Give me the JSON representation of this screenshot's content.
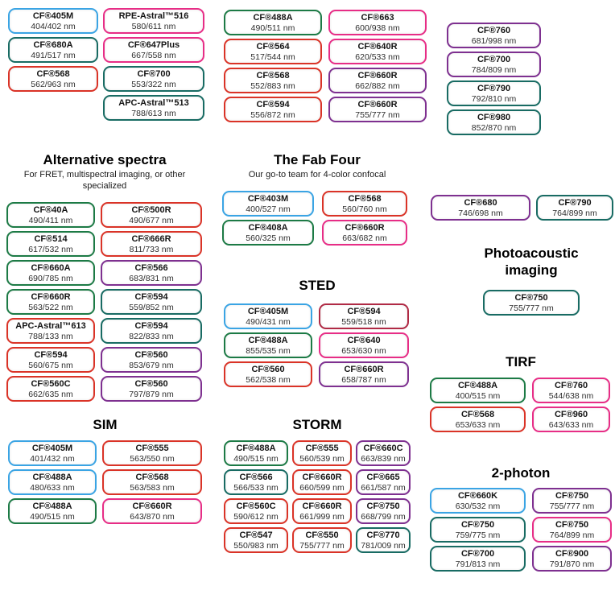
{
  "colors": {
    "blue": "#3aa4e4",
    "green": "#1c7a45",
    "teal": "#186b63",
    "red": "#da3327",
    "pink": "#e72d86",
    "purple": "#7e3090",
    "darkred": "#b02a45"
  },
  "sections": {
    "top_left": {
      "col1": [
        {
          "n": "CF®405M",
          "v": "404/402 nm",
          "c": "blue"
        },
        {
          "n": "CF®680A",
          "v": "491/517 nm",
          "c": "teal"
        },
        {
          "n": "CF®568",
          "v": "562/963 nm",
          "c": "red"
        }
      ],
      "col2": [
        {
          "n": "RPE-Astral™516",
          "v": "580/611 nm",
          "c": "pink"
        },
        {
          "n": "CF®647Plus",
          "v": "667/558 nm",
          "c": "pink"
        },
        {
          "n": "CF®700",
          "v": "553/322 nm",
          "c": "teal"
        },
        {
          "n": "APC-Astral™513",
          "v": "788/613 nm",
          "c": "teal"
        }
      ]
    },
    "top_mid": {
      "col1": [
        {
          "n": "CF®488A",
          "v": "490/511 nm",
          "c": "green"
        },
        {
          "n": "CF®564",
          "v": "517/544 nm",
          "c": "red"
        },
        {
          "n": "CF®568",
          "v": "552/883 nm",
          "c": "red"
        },
        {
          "n": "CF®594",
          "v": "556/872 nm",
          "c": "red"
        }
      ],
      "col2": [
        {
          "n": "CF®663",
          "v": "600/938 nm",
          "c": "pink"
        },
        {
          "n": "CF®640R",
          "v": "620/533 nm",
          "c": "pink"
        },
        {
          "n": "CF®660R",
          "v": "662/882 nm",
          "c": "purple"
        },
        {
          "n": "CF®660R",
          "v": "755/777 nm",
          "c": "purple"
        }
      ]
    },
    "top_right": {
      "col1": [
        {
          "n": "CF®760",
          "v": "681/998 nm",
          "c": "purple"
        },
        {
          "n": "CF®700",
          "v": "784/809 nm",
          "c": "purple"
        },
        {
          "n": "CF®790",
          "v": "792/810 nm",
          "c": "teal"
        },
        {
          "n": "CF®980",
          "v": "852/870 nm",
          "c": "teal"
        }
      ]
    },
    "alt": {
      "heading": "Alternative spectra",
      "subtitle": "For FRET, multispectral imaging, or other specialized",
      "col1": [
        {
          "n": "CF®40A",
          "v": "490/411 nm",
          "c": "green"
        },
        {
          "n": "CF®514",
          "v": "617/532 nm",
          "c": "green"
        },
        {
          "n": "CF®660A",
          "v": "690/785 nm",
          "c": "green"
        },
        {
          "n": "CF®660R",
          "v": "563/522 nm",
          "c": "green"
        },
        {
          "n": "APC-Astral™613",
          "v": "788/133 nm",
          "c": "red"
        },
        {
          "n": "CF®594",
          "v": "560/675 nm",
          "c": "red"
        },
        {
          "n": "CF®560C",
          "v": "662/635 nm",
          "c": "red"
        }
      ],
      "col2": [
        {
          "n": "CF®500R",
          "v": "490/677 nm",
          "c": "red"
        },
        {
          "n": "CF®666R",
          "v": "811/733 nm",
          "c": "red"
        },
        {
          "n": "CF®566",
          "v": "683/831 nm",
          "c": "purple"
        },
        {
          "n": "CF®594",
          "v": "559/852 nm",
          "c": "teal"
        },
        {
          "n": "CF®594",
          "v": "822/833 nm",
          "c": "teal"
        },
        {
          "n": "CF®560",
          "v": "853/679 nm",
          "c": "purple"
        },
        {
          "n": "CF®560",
          "v": "797/879 nm",
          "c": "purple"
        }
      ]
    },
    "fab": {
      "heading": "The Fab Four",
      "subtitle": "Our go-to team for 4-color confocal",
      "col1": [
        {
          "n": "CF®403M",
          "v": "400/527 nm",
          "c": "blue"
        },
        {
          "n": "CF®408A",
          "v": "560/325 nm",
          "c": "green"
        }
      ],
      "col2": [
        {
          "n": "CF®568",
          "v": "560/760 nm",
          "c": "red"
        },
        {
          "n": "CF®660R",
          "v": "663/682 nm",
          "c": "pink"
        }
      ]
    },
    "sted": {
      "heading": "STED",
      "col1": [
        {
          "n": "CF®405M",
          "v": "490/431 nm",
          "c": "blue"
        },
        {
          "n": "CF®488A",
          "v": "855/535 nm",
          "c": "green"
        },
        {
          "n": "CF®560",
          "v": "562/538 nm",
          "c": "red"
        }
      ],
      "col2": [
        {
          "n": "CF®594",
          "v": "559/518 nm",
          "c": "darkred"
        },
        {
          "n": "CF®640",
          "v": "653/630 nm",
          "c": "pink"
        },
        {
          "n": "CF®660R",
          "v": "658/787 nm",
          "c": "purple"
        }
      ]
    },
    "pair": {
      "col1": [
        {
          "n": "CF®680",
          "v": "746/698 nm",
          "c": "purple"
        }
      ],
      "col2": [
        {
          "n": "CF®790",
          "v": "764/899 nm",
          "c": "teal"
        }
      ]
    },
    "photo": {
      "heading": "Photoacoustic imaging",
      "col1": [
        {
          "n": "CF®750",
          "v": "755/777 nm",
          "c": "teal"
        }
      ]
    },
    "tirf": {
      "heading": "TIRF",
      "col1": [
        {
          "n": "CF®488A",
          "v": "400/515 nm",
          "c": "green"
        },
        {
          "n": "CF®568",
          "v": "653/633 nm",
          "c": "red"
        }
      ],
      "col2": [
        {
          "n": "CF®760",
          "v": "544/638 nm",
          "c": "pink"
        },
        {
          "n": "CF®960",
          "v": "643/633 nm",
          "c": "pink"
        }
      ]
    },
    "sim": {
      "heading": "SIM",
      "col1": [
        {
          "n": "CF®405M",
          "v": "401/432 nm",
          "c": "blue"
        },
        {
          "n": "CF®488A",
          "v": "480/633 nm",
          "c": "blue"
        },
        {
          "n": "CF®488A",
          "v": "490/515 nm",
          "c": "green"
        }
      ],
      "col2": [
        {
          "n": "CF®555",
          "v": "563/550 nm",
          "c": "red"
        },
        {
          "n": "CF®568",
          "v": "563/583 nm",
          "c": "red"
        },
        {
          "n": "CF®660R",
          "v": "643/870 nm",
          "c": "pink"
        }
      ]
    },
    "storm": {
      "heading": "STORM",
      "col1": [
        {
          "n": "CF®488A",
          "v": "490/515 nm",
          "c": "green"
        },
        {
          "n": "CF®566",
          "v": "566/533 nm",
          "c": "teal"
        },
        {
          "n": "CF®560C",
          "v": "590/612 nm",
          "c": "red"
        },
        {
          "n": "CF®547",
          "v": "550/983 nm",
          "c": "red"
        }
      ],
      "col2": [
        {
          "n": "CF®555",
          "v": "560/539 nm",
          "c": "red"
        },
        {
          "n": "CF®660R",
          "v": "660/599 nm",
          "c": "red"
        },
        {
          "n": "CF®660R",
          "v": "661/999 nm",
          "c": "red"
        },
        {
          "n": "CF®550",
          "v": "755/777 nm",
          "c": "red"
        }
      ],
      "col3": [
        {
          "n": "CF®660C",
          "v": "663/839 nm",
          "c": "purple"
        },
        {
          "n": "CF®665",
          "v": "661/587 nm",
          "c": "purple"
        },
        {
          "n": "CF®750",
          "v": "668/799 nm",
          "c": "purple"
        },
        {
          "n": "CF®770",
          "v": "781/009 nm",
          "c": "teal"
        }
      ]
    },
    "two_photon": {
      "heading": "2-photon",
      "col1": [
        {
          "n": "CF®660K",
          "v": "630/532 nm",
          "c": "blue"
        },
        {
          "n": "CF®750",
          "v": "759/775 nm",
          "c": "teal"
        },
        {
          "n": "CF®700",
          "v": "791/813 nm",
          "c": "teal"
        }
      ],
      "col2": [
        {
          "n": "CF®750",
          "v": "755/777 nm",
          "c": "purple"
        },
        {
          "n": "CF®750",
          "v": "764/899 nm",
          "c": "pink"
        },
        {
          "n": "CF®900",
          "v": "791/870 nm",
          "c": "purple"
        }
      ]
    }
  }
}
